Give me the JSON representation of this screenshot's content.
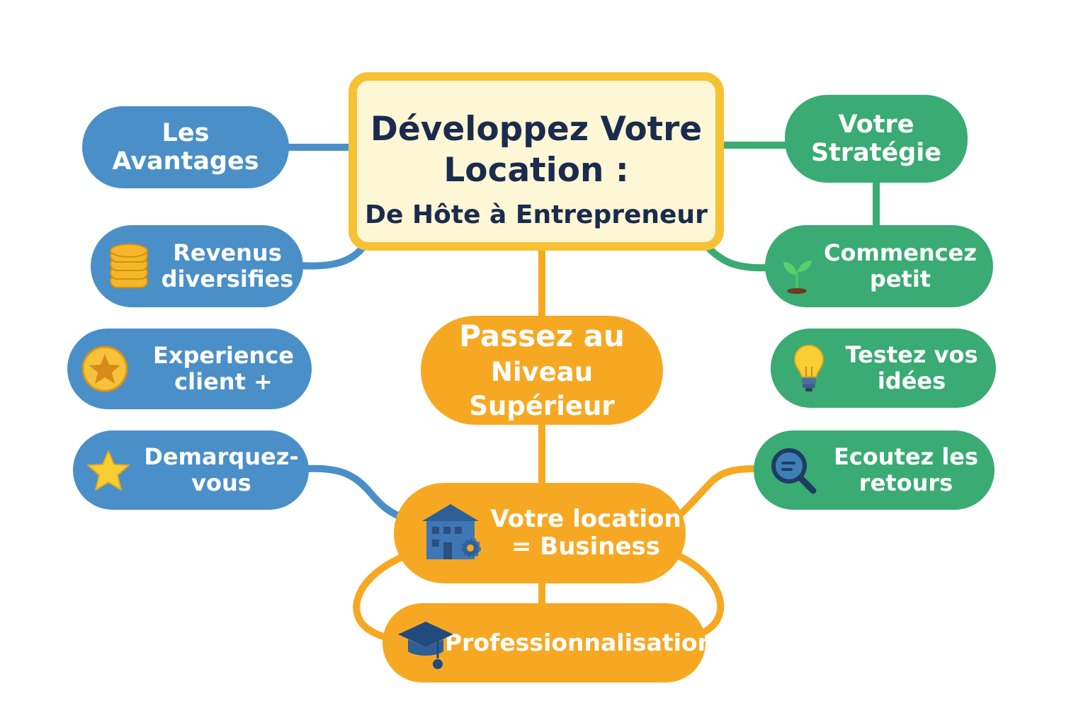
{
  "title": {
    "line1": "Développez Votre",
    "line2": "Location :",
    "line3": "De Hôte à Entrepreneur"
  },
  "left": {
    "header": [
      "Les",
      "Avantages"
    ],
    "items": [
      {
        "lines": [
          "Revenus",
          "diversifies"
        ],
        "icon": "coins-icon"
      },
      {
        "lines": [
          "Experience",
          "client +"
        ],
        "icon": "star-badge-icon"
      },
      {
        "lines": [
          "Demarquez-",
          "vous"
        ],
        "icon": "star-icon"
      }
    ]
  },
  "right": {
    "header": [
      "Votre",
      "Stratégie"
    ],
    "items": [
      {
        "lines": [
          "Commencez",
          "petit"
        ],
        "icon": "sprout-icon"
      },
      {
        "lines": [
          "Testez vos",
          "idées"
        ],
        "icon": "lightbulb-icon"
      },
      {
        "lines": [
          "Ecoutez les",
          "retours"
        ],
        "icon": "magnifier-icon"
      }
    ]
  },
  "center_chain": {
    "level": [
      "Passez au",
      "Niveau Supérieur"
    ],
    "business": [
      "Votre location",
      "= Business"
    ],
    "business_icon": "building-gear-icon",
    "pro": "Professionnalisation",
    "pro_icon": "graduation-cap-icon"
  },
  "colors": {
    "blue": "#4a8fc7",
    "green": "#3aab72",
    "orange": "#f7a823",
    "title_border": "#f6c233",
    "title_fill": "#fdf7d6",
    "title_text": "#1b2b4e"
  }
}
